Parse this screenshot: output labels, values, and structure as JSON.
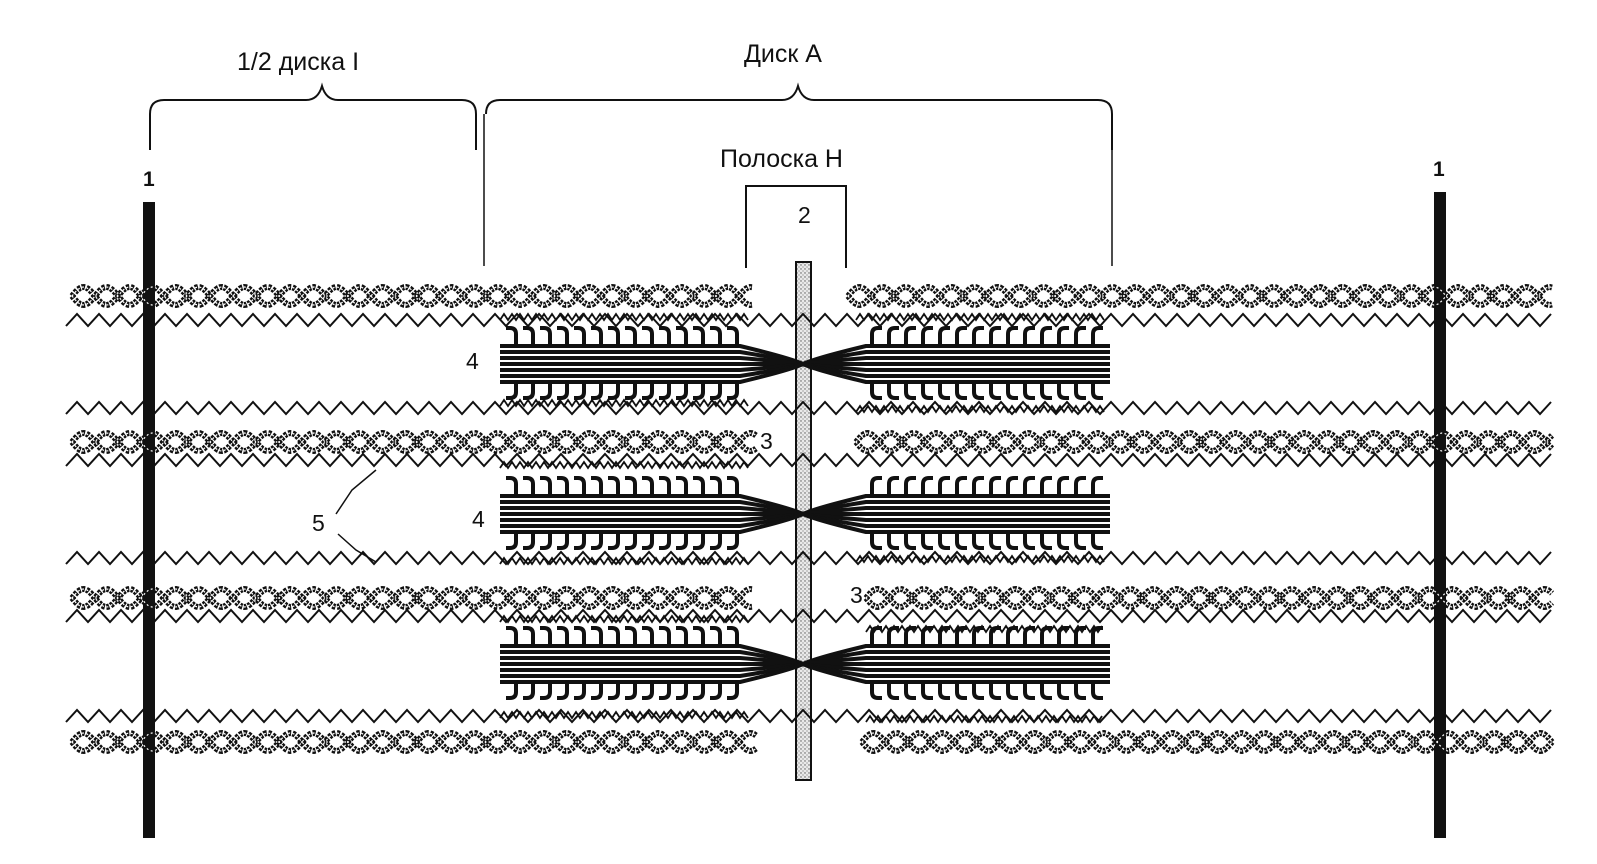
{
  "labels": {
    "half_i_band": "1/2 диска I",
    "a_band": "Диск A",
    "h_zone": "Полоска H",
    "z_line_left": "1",
    "z_line_right": "1",
    "m_line": "2",
    "label_3_upper": "3",
    "label_3_lower": "3",
    "label_4_top": "4",
    "label_4_middle": "4",
    "label_5": "5"
  },
  "colors": {
    "ink": "#111111",
    "stipple": "#e8e8e8"
  }
}
